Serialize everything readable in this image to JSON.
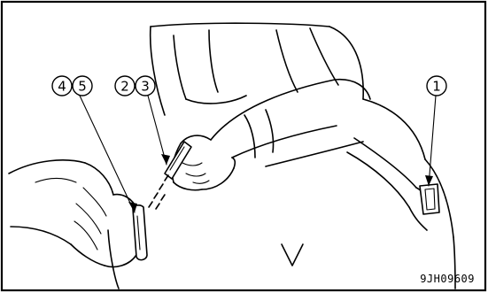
{
  "callouts": {
    "c4": "4",
    "c5": "5",
    "c2": "2",
    "c3": "3",
    "c1": "1"
  },
  "figure_code": "9JH09609"
}
